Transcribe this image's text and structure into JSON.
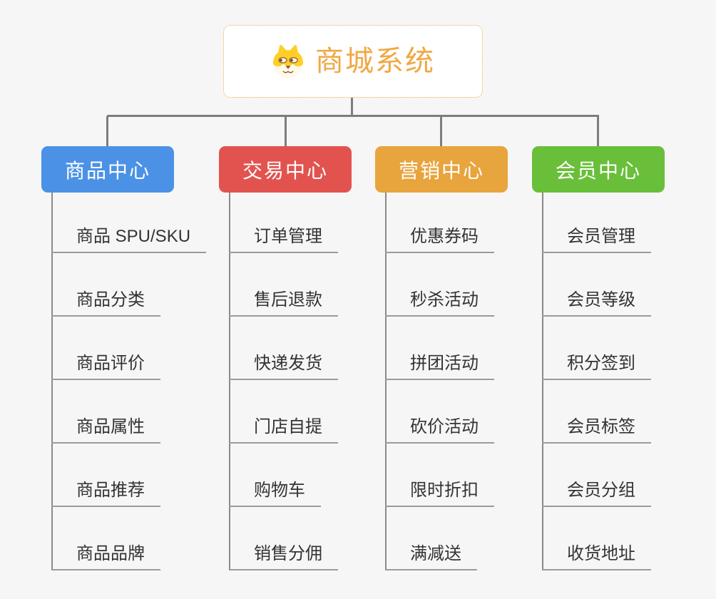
{
  "root": {
    "title": "商城系统",
    "icon": "dog-icon",
    "accent_color": "#f0a843"
  },
  "branches": [
    {
      "label": "商品中心",
      "color": "#4b92e6",
      "items": [
        "商品 SPU/SKU",
        "商品分类",
        "商品评价",
        "商品属性",
        "商品推荐",
        "商品品牌"
      ]
    },
    {
      "label": "交易中心",
      "color": "#e25350",
      "items": [
        "订单管理",
        "售后退款",
        "快递发货",
        "门店自提",
        "购物车",
        "销售分佣"
      ]
    },
    {
      "label": "营销中心",
      "color": "#e8a43d",
      "items": [
        "优惠券码",
        "秒杀活动",
        "拼团活动",
        "砍价活动",
        "限时折扣",
        "满减送"
      ]
    },
    {
      "label": "会员中心",
      "color": "#6abf3a",
      "items": [
        "会员管理",
        "会员等级",
        "积分签到",
        "会员标签",
        "会员分组",
        "收货地址"
      ]
    }
  ]
}
